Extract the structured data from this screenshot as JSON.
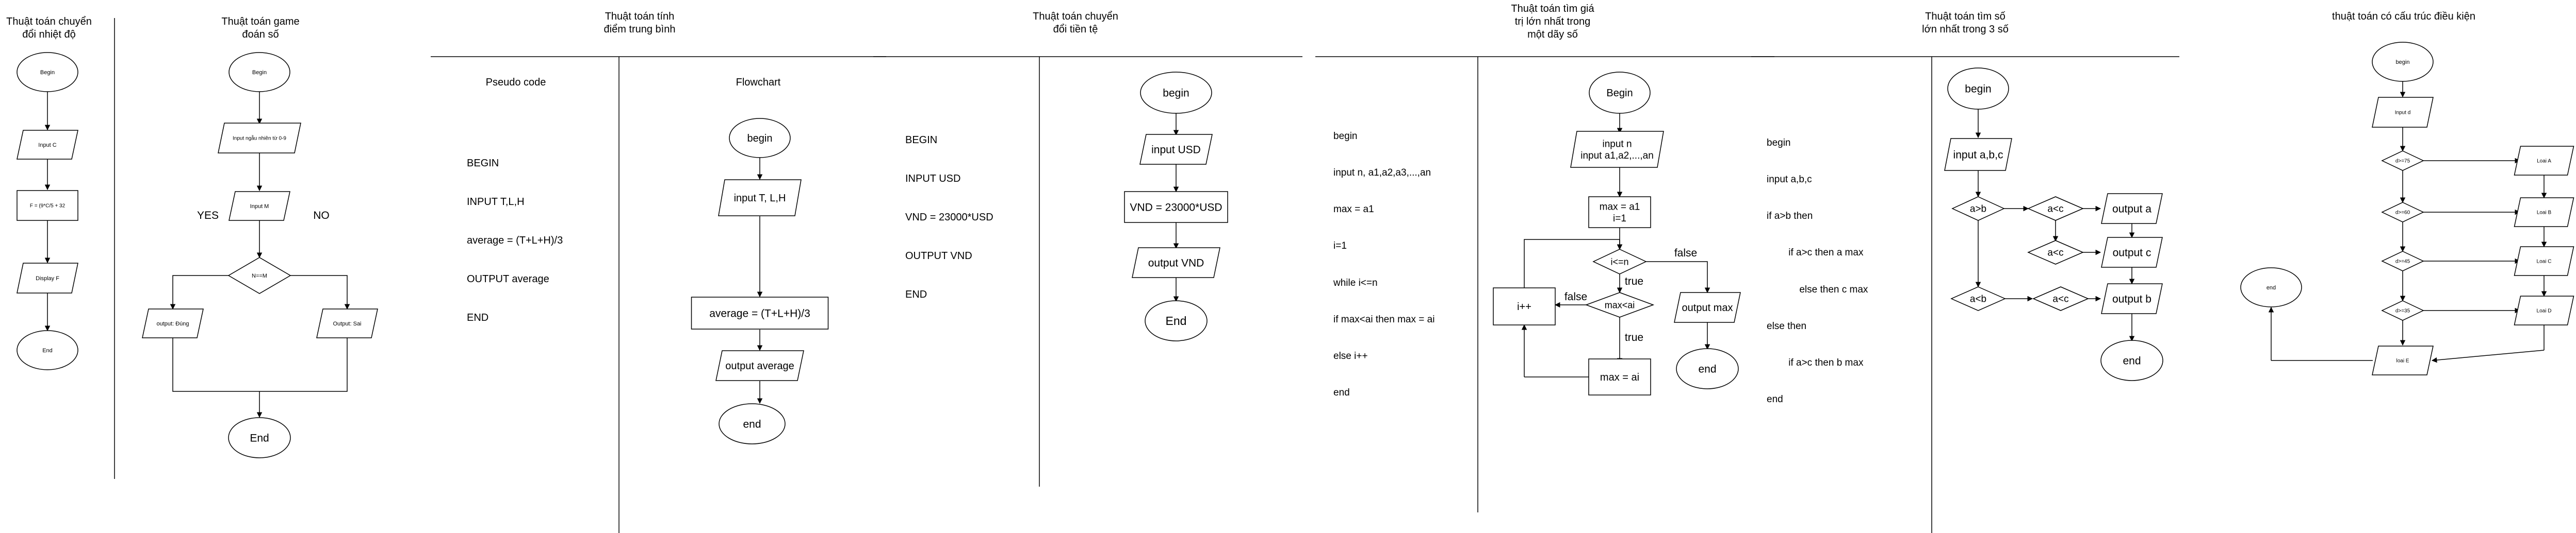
{
  "titles": {
    "temp": [
      "Thuật toán chuyển",
      "đổi nhiệt độ"
    ],
    "game": [
      "Thuật toán game",
      "đoán số"
    ],
    "midpoint": [
      "Thuật toán tính",
      "điểm trung bình"
    ],
    "currency": [
      "Thuật toán chuyển",
      "đổi tiền tệ"
    ],
    "maxseq": [
      "Thuật toán tìm giá",
      "trị lớn nhất trong",
      "một dãy số"
    ],
    "max3": [
      "Thuật toán tìm số",
      "lớn nhất trong 3 số"
    ],
    "cond": [
      "thuật toán có cấu trúc điều kiện"
    ]
  },
  "temp": {
    "begin": "Begin",
    "input": "Input C",
    "process": "F = (9*C/5 + 32",
    "output": "Display F",
    "end": "End"
  },
  "game": {
    "begin": "Begin",
    "random": "Input ngẫu nhiên từ 0-9",
    "input": "Input M",
    "decision": "N==M",
    "yes": "YES",
    "no": "NO",
    "out_yes": "output: Đúng",
    "out_no": "Output: Sai",
    "end": "End"
  },
  "avg": {
    "pseudo_header": "Pseudo code",
    "pseudo": [
      "BEGIN",
      "INPUT T,L,H",
      "average = (T+L+H)/3",
      "OUTPUT average",
      "END"
    ],
    "flow_header": "Flowchart",
    "begin": "begin",
    "input": "input T, L,H",
    "process": "average = (T+L+H)/3",
    "output": "output average",
    "end": "end"
  },
  "vnd": {
    "pseudo": [
      "BEGIN",
      "INPUT USD",
      "VND = 23000*USD",
      "OUTPUT VND",
      "END"
    ],
    "begin": "begin",
    "input": "input USD",
    "process": "VND = 23000*USD",
    "output": "output VND",
    "end": "End"
  },
  "maxseq": {
    "pseudo": [
      "begin",
      "input n, a1,a2,a3,...,an",
      "max = a1",
      "i=1",
      "while i<=n",
      "if max<ai then max = ai",
      "else i++",
      "end"
    ],
    "begin": "Begin",
    "input_line1": "input n",
    "input_line2": "input a1,a2,...,an",
    "init_line1": "max = a1",
    "init_line2": "i=1",
    "cond1": "i<=n",
    "cond2": "max<ai",
    "true1": "true",
    "true2": "true",
    "false1": "false",
    "false2": "false",
    "assign": "max = ai",
    "inc": "i++",
    "output": "output max",
    "end": "end"
  },
  "max3": {
    "pseudo": [
      "begin",
      "input a,b,c",
      "if a>b then",
      "        if a>c then a max",
      "            else then c max",
      "else then",
      "        if a>c then b max",
      "end"
    ],
    "begin": "begin",
    "input": "input a,b,c",
    "d1": "a>b",
    "d2": "a<c",
    "d3": "a<c",
    "d4": "a<b",
    "d5": "a<c",
    "out_a": "output a",
    "out_c": "output c",
    "out_b": "output b",
    "end": "end"
  },
  "cond": {
    "begin": "begin",
    "input": "Input d",
    "d1": "d>=75",
    "d2": "d>=60",
    "d3": "d>=45",
    "d4": "d>=35",
    "l1": "Loai A",
    "l2": "Loai B",
    "l3": "Loai C",
    "l4": "Loai D",
    "l5": "loai E",
    "end": "end"
  }
}
